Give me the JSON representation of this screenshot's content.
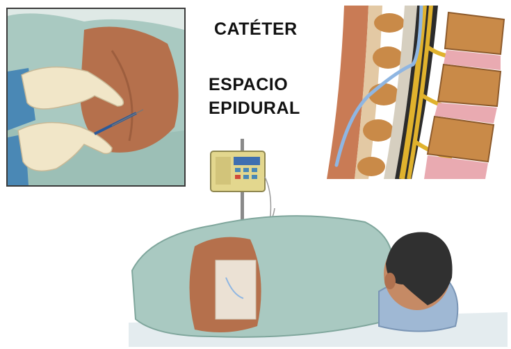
{
  "labels": {
    "catheter": "CATÉTER",
    "epidural_line1": "ESPACIO",
    "epidural_line2": "EPIDURAL"
  },
  "colors": {
    "gown": "#a9c9c1",
    "gown_shadow": "#7fa69c",
    "skin": "#b5704c",
    "glove": "#f1e6c8",
    "bone": "#c98a48",
    "nerve": "#e0b22d",
    "catheter": "#8fb6e2",
    "disc": "#e9aab1",
    "tape": "#eee8dc",
    "pump_body": "#e3d78e",
    "pump_screen": "#3f6fb0",
    "hair": "#303030",
    "pillow": "#9fb8d4"
  }
}
